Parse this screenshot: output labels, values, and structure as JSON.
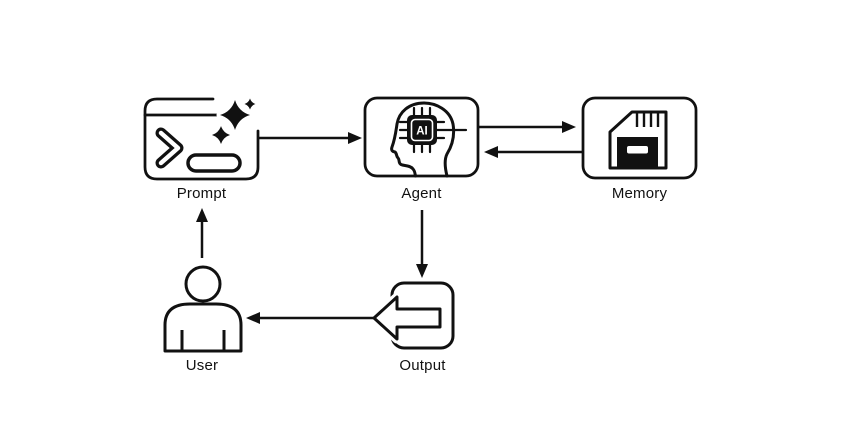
{
  "diagram": {
    "nodes": [
      {
        "id": "prompt",
        "label": "Prompt",
        "icon": "terminal-sparkles-icon"
      },
      {
        "id": "agent",
        "label": "Agent",
        "icon": "head-ai-chip-icon",
        "chip_text": "AI"
      },
      {
        "id": "memory",
        "label": "Memory",
        "icon": "sd-card-icon"
      },
      {
        "id": "user",
        "label": "User",
        "icon": "person-icon"
      },
      {
        "id": "output",
        "label": "Output",
        "icon": "export-arrow-icon"
      }
    ],
    "edges": [
      {
        "from": "prompt",
        "to": "agent"
      },
      {
        "from": "agent",
        "to": "memory"
      },
      {
        "from": "memory",
        "to": "agent"
      },
      {
        "from": "agent",
        "to": "output"
      },
      {
        "from": "output",
        "to": "user"
      },
      {
        "from": "user",
        "to": "prompt"
      }
    ],
    "colors": {
      "ink": "#111111",
      "background": "#ffffff"
    }
  }
}
